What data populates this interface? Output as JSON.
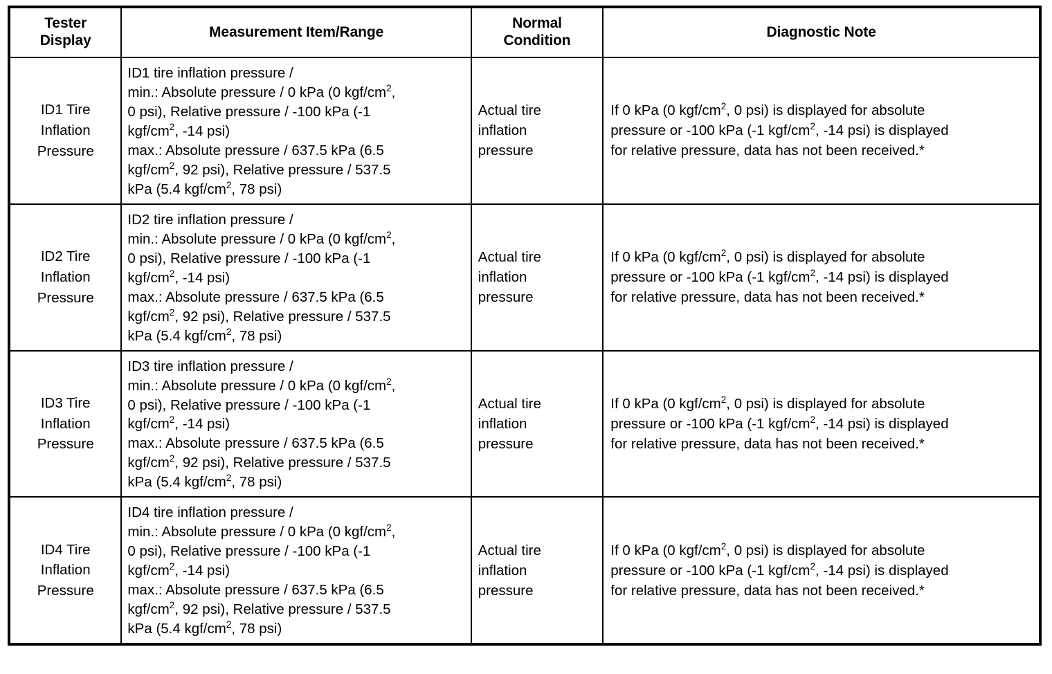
{
  "table": {
    "columns": [
      {
        "key": "tester",
        "header_lines": [
          "Tester",
          "Display"
        ]
      },
      {
        "key": "measurement",
        "header_lines": [
          "Measurement Item/Range"
        ]
      },
      {
        "key": "normal",
        "header_lines": [
          "Normal",
          "Condition"
        ]
      },
      {
        "key": "note",
        "header_lines": [
          "Diagnostic Note"
        ]
      }
    ],
    "rows": [
      {
        "tester_lines": [
          "ID1 Tire",
          "Inflation",
          "Pressure"
        ],
        "measurement_lines": [
          "ID1 tire inflation pressure /",
          "min.: Absolute pressure / 0 kPa (0 kgf/cm²,",
          "0 psi), Relative pressure / -100 kPa (-1",
          "kgf/cm², -14 psi)",
          "max.: Absolute pressure / 637.5 kPa (6.5",
          "kgf/cm², 92 psi), Relative pressure / 537.5",
          "kPa (5.4 kgf/cm², 78 psi)"
        ],
        "normal_lines": [
          "Actual tire",
          "inflation",
          "pressure"
        ],
        "note_lines": [
          "If 0 kPa (0 kgf/cm², 0 psi) is displayed for absolute",
          "pressure or -100 kPa (-1 kgf/cm², -14 psi) is displayed",
          "for relative pressure, data has not been received.*"
        ]
      },
      {
        "tester_lines": [
          "ID2 Tire",
          "Inflation",
          "Pressure"
        ],
        "measurement_lines": [
          "ID2 tire inflation pressure /",
          "min.: Absolute pressure / 0 kPa (0 kgf/cm²,",
          "0 psi), Relative pressure / -100 kPa (-1",
          "kgf/cm², -14 psi)",
          "max.: Absolute pressure / 637.5 kPa (6.5",
          "kgf/cm², 92 psi), Relative pressure / 537.5",
          "kPa (5.4 kgf/cm², 78 psi)"
        ],
        "normal_lines": [
          "Actual tire",
          "inflation",
          "pressure"
        ],
        "note_lines": [
          "If 0 kPa (0 kgf/cm², 0 psi) is displayed for absolute",
          "pressure or -100 kPa (-1 kgf/cm², -14 psi) is displayed",
          "for relative pressure, data has not been received.*"
        ]
      },
      {
        "tester_lines": [
          "ID3 Tire",
          "Inflation",
          "Pressure"
        ],
        "measurement_lines": [
          "ID3 tire inflation pressure /",
          "min.: Absolute pressure / 0 kPa (0 kgf/cm²,",
          "0 psi), Relative pressure / -100 kPa (-1",
          "kgf/cm², -14 psi)",
          "max.: Absolute pressure / 637.5 kPa (6.5",
          "kgf/cm², 92 psi), Relative pressure / 537.5",
          "kPa (5.4 kgf/cm², 78 psi)"
        ],
        "normal_lines": [
          "Actual tire",
          "inflation",
          "pressure"
        ],
        "note_lines": [
          "If 0 kPa (0 kgf/cm², 0 psi) is displayed for absolute",
          "pressure or -100 kPa (-1 kgf/cm², -14 psi) is displayed",
          "for relative pressure, data has not been received.*"
        ]
      },
      {
        "tester_lines": [
          "ID4 Tire",
          "Inflation",
          "Pressure"
        ],
        "measurement_lines": [
          "ID4 tire inflation pressure /",
          "min.: Absolute pressure / 0 kPa (0 kgf/cm²,",
          "0 psi), Relative pressure / -100 kPa (-1",
          "kgf/cm², -14 psi)",
          "max.: Absolute pressure / 637.5 kPa (6.5",
          "kgf/cm², 92 psi), Relative pressure / 537.5",
          "kPa (5.4 kgf/cm², 78 psi)"
        ],
        "normal_lines": [
          "Actual tire",
          "inflation",
          "pressure"
        ],
        "note_lines": [
          "If 0 kPa (0 kgf/cm², 0 psi) is displayed for absolute",
          "pressure or -100 kPa (-1 kgf/cm², -14 psi) is displayed",
          "for relative pressure, data has not been received.*"
        ]
      }
    ]
  },
  "style": {
    "border_color": "#000000",
    "text_color": "#000000",
    "background": "#ffffff"
  }
}
